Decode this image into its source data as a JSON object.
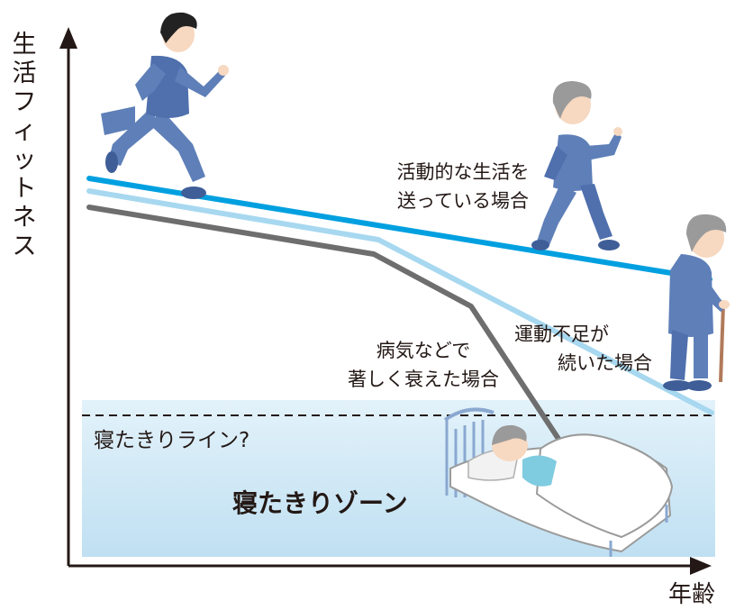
{
  "axes": {
    "y_label": "生活フィットネス",
    "x_label": "年齢"
  },
  "lines": [
    {
      "label_lines": [
        "活動的な生活を",
        "送っている場合"
      ],
      "color": "#00a0e0"
    },
    {
      "label_lines": [
        "運動不足が",
        "続いた場合"
      ],
      "color": "#a7d8f0"
    },
    {
      "label_lines": [
        "病気などで",
        "著しく衰えた場合"
      ],
      "color": "#6e6e6e"
    }
  ],
  "zone": {
    "threshold_label": "寝たきりライン?",
    "zone_label": "寝たきりゾーン",
    "fill": "#c3e3f3"
  },
  "figures": [
    "young-runner",
    "senior-walker",
    "elderly-with-cane",
    "bedridden-elder"
  ],
  "palette": {
    "jersey": "#5e7fb8",
    "jersey_dark": "#3f5e98",
    "hair_dark": "#222222",
    "hair_grey": "#9a9a9a",
    "skin": "#f7d8c0"
  }
}
